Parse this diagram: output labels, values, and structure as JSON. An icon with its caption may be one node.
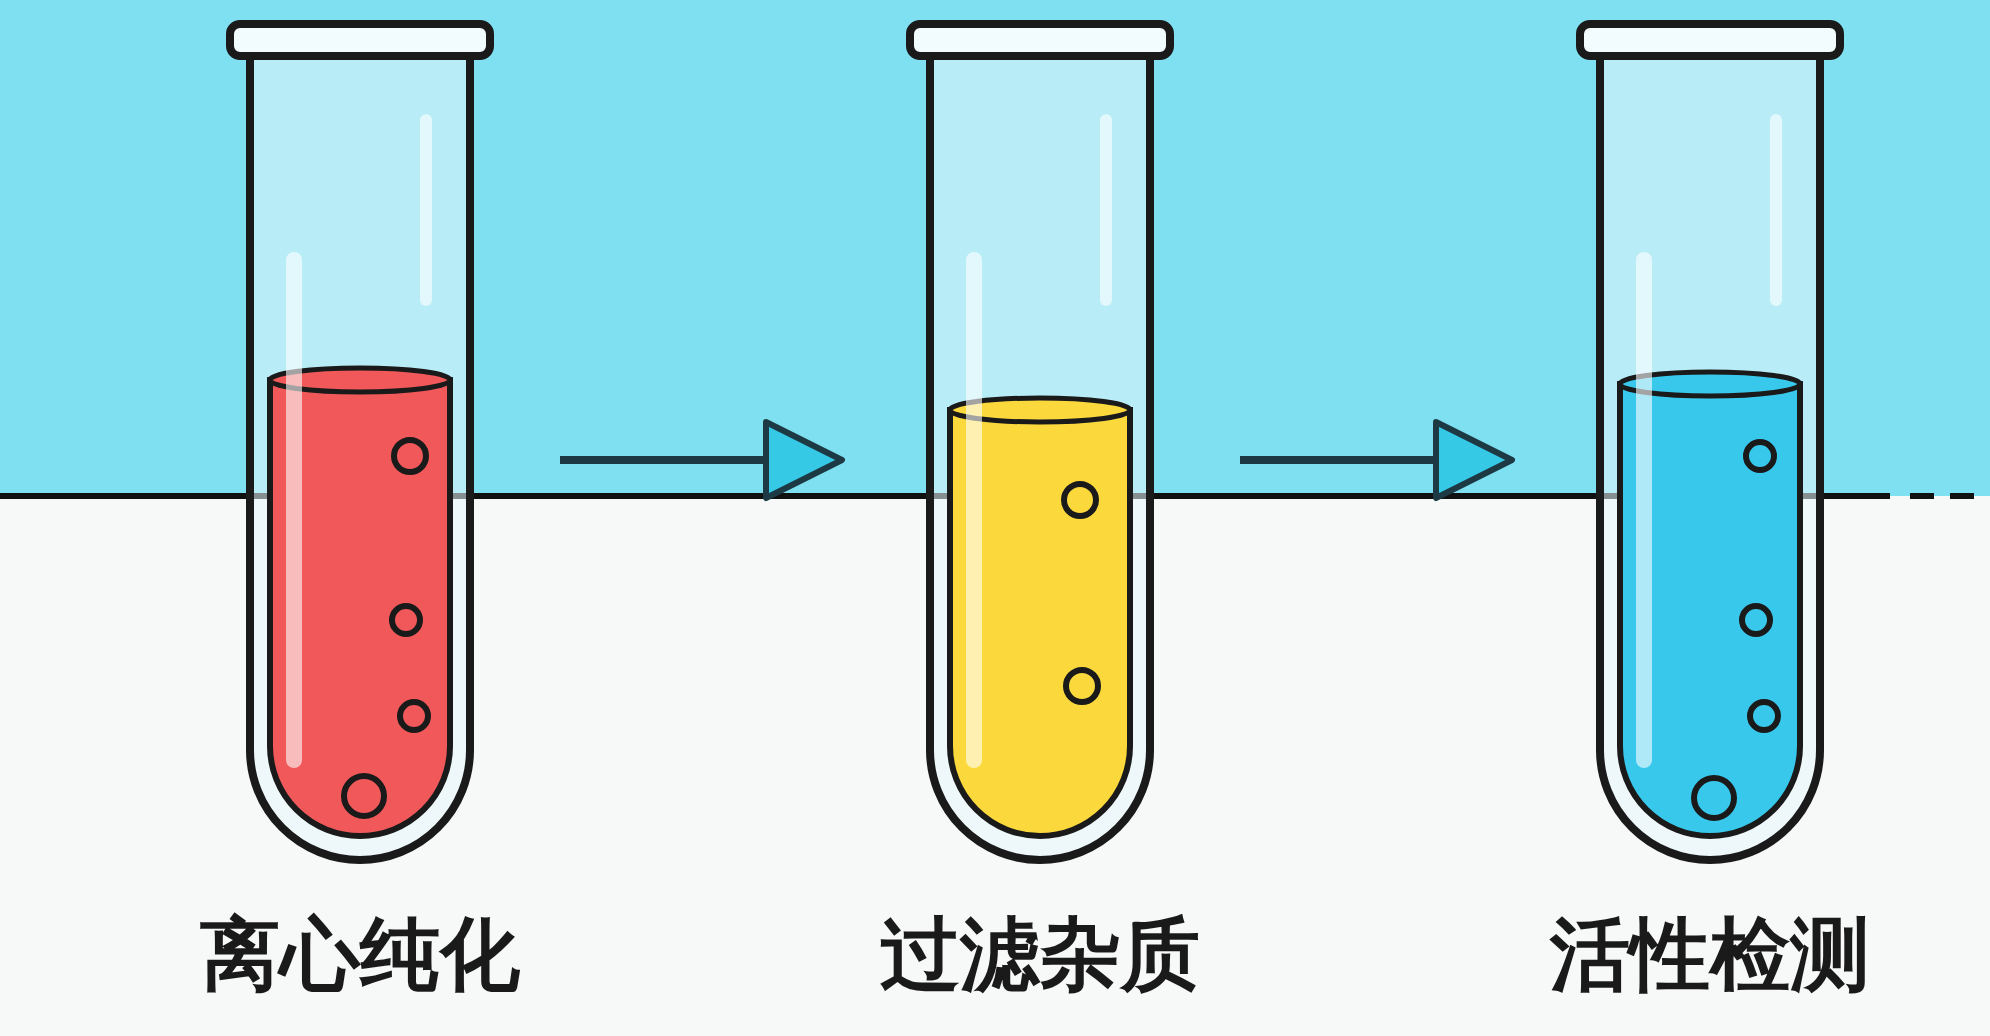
{
  "diagram": {
    "nodes": [
      {
        "text": [
          "离心纯化"
        ]
      },
      {
        "text": [
          "过滤杂质"
        ]
      },
      {
        "text": [
          "活性检测"
        ]
      }
    ],
    "edges": [
      {
        "from": 0,
        "to": 1,
        "arrow": "to"
      },
      {
        "from": 1,
        "to": 2,
        "arrow": "to"
      }
    ]
  }
}
